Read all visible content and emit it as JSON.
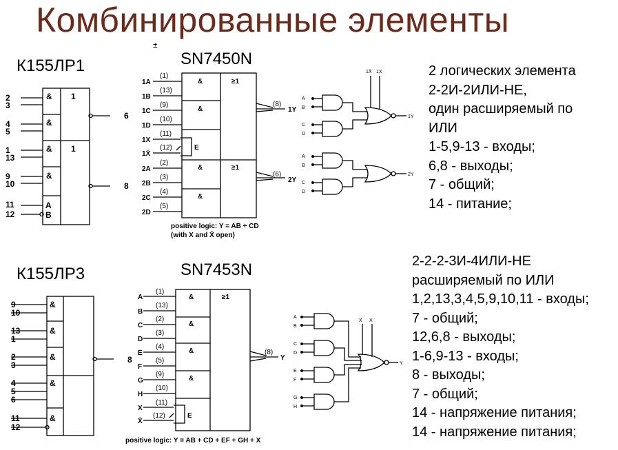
{
  "slide": {
    "title": "Комбинированные элементы"
  },
  "top_section": {
    "chip_name": "К155ЛР1",
    "part_name": "SN7450N",
    "plus_minus": "±",
    "symbol": {
      "pins": [
        {
          "pin": "2"
        },
        {
          "pin": "3"
        },
        {
          "pin": "4"
        },
        {
          "pin": "5"
        },
        {
          "pin": "1"
        },
        {
          "pin": "13"
        },
        {
          "pin": "9"
        },
        {
          "pin": "10"
        },
        {
          "pin": "11"
        },
        {
          "pin": "12"
        }
      ],
      "gate_labels": [
        "&",
        "&",
        "&",
        "&"
      ],
      "or_labels": [
        "1",
        "1"
      ],
      "expander_labels": [
        "A",
        "B"
      ],
      "outputs": [
        "6",
        "8"
      ]
    },
    "ti_diagram": {
      "inputs": [
        {
          "name": "1A",
          "pin": "(1)"
        },
        {
          "name": "1B",
          "pin": "(13)"
        },
        {
          "name": "1C",
          "pin": "(9)"
        },
        {
          "name": "1D",
          "pin": "(10)"
        },
        {
          "name": "1X",
          "pin": "(11)"
        },
        {
          "name": "1X̄",
          "pin": "(12)"
        },
        {
          "name": "2A",
          "pin": "(2)"
        },
        {
          "name": "2B",
          "pin": "(3)"
        },
        {
          "name": "2C",
          "pin": "(4)"
        },
        {
          "name": "2D",
          "pin": "(5)"
        }
      ],
      "and_label": "&",
      "or_label": "≥1",
      "expander_label": "E",
      "outputs": [
        {
          "name": "1Y",
          "pin": "(8)"
        },
        {
          "name": "2Y",
          "pin": "(6)"
        }
      ],
      "logic_line1": "positive logic:  Y = AB + CD",
      "logic_line2": "(with X and X̄ open)"
    },
    "logic_diagram": {
      "inputs_top": [
        "A",
        "B",
        "C",
        "D"
      ],
      "inputs_bottom": [
        "A",
        "B",
        "C",
        "D"
      ],
      "expander_inputs": [
        "1X̄",
        "1X"
      ],
      "outputs": [
        "1Y",
        "2Y"
      ]
    },
    "description": [
      "2 логических элемента",
      "2-2И-2ИЛИ-НЕ,",
      "один расширяемый по",
      "ИЛИ",
      "1-5,9-13 - входы;",
      "6,8 - выходы;",
      "7 - общий;",
      "14 - питание;"
    ]
  },
  "bottom_section": {
    "chip_name": "К155ЛР3",
    "part_name": "SN7453N",
    "symbol": {
      "pins": [
        {
          "pin": "9"
        },
        {
          "pin": "10"
        },
        {
          "pin": "13"
        },
        {
          "pin": "1"
        },
        {
          "pin": "2"
        },
        {
          "pin": "3"
        },
        {
          "pin": "4"
        },
        {
          "pin": "5"
        },
        {
          "pin": "6"
        },
        {
          "pin": "11"
        },
        {
          "pin": "12"
        }
      ],
      "gate_labels": [
        "&",
        "&",
        "&",
        "&",
        "&"
      ],
      "output": "8"
    },
    "ti_diagram": {
      "inputs": [
        {
          "name": "A",
          "pin": "(1)"
        },
        {
          "name": "B",
          "pin": "(13)"
        },
        {
          "name": "C",
          "pin": "(2)"
        },
        {
          "name": "D",
          "pin": "(3)"
        },
        {
          "name": "E",
          "pin": "(4)"
        },
        {
          "name": "F",
          "pin": "(5)"
        },
        {
          "name": "G",
          "pin": "(9)"
        },
        {
          "name": "H",
          "pin": "(10)"
        },
        {
          "name": "X",
          "pin": "(11)"
        },
        {
          "name": "X̄",
          "pin": "(12)"
        }
      ],
      "and_label": "&",
      "or_label": "≥1",
      "expander_label": "E",
      "output": {
        "name": "Y",
        "pin": "(8)"
      },
      "logic_line1": "positive logic:  Y = AB + CD + EF + GH + X"
    },
    "logic_diagram": {
      "inputs": [
        "A",
        "B",
        "C",
        "D",
        "E",
        "F",
        "G",
        "H"
      ],
      "expander_inputs": [
        "X̄",
        "X"
      ],
      "output": "Y"
    },
    "description": [
      "2-2-2-3И-4ИЛИ-НЕ",
      "расширяемый по ИЛИ",
      "1,2,13,3,4,5,9,10,11 - входы;",
      "7 - общий;",
      "12,6,8 - выходы;",
      "1-6,9-13 - входы;",
      "8 - выходы;",
      "7 - общий;",
      "14 - напряжение питания;",
      "14 - напряжение питания;"
    ]
  }
}
